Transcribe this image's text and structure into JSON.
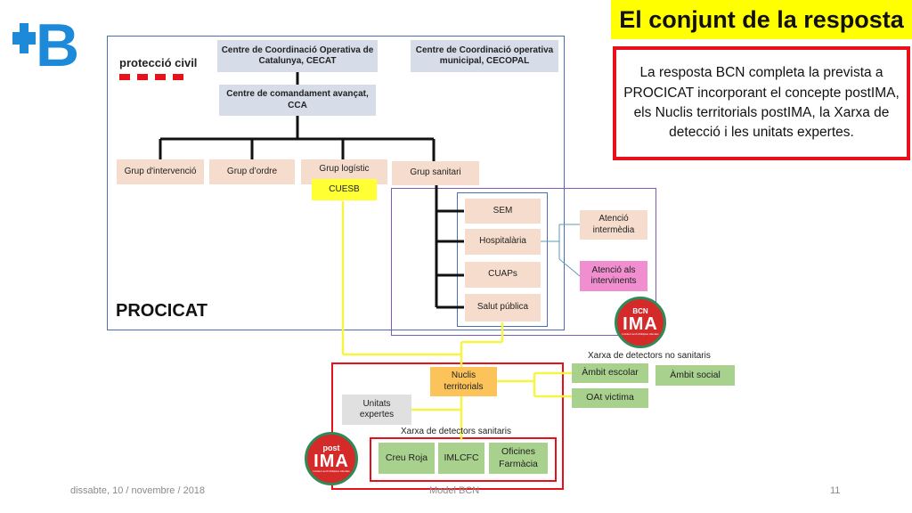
{
  "slide": {
    "title": "El conjunt de la resposta",
    "summary": "La resposta BCN completa la prevista a PROCICAT incorporant el concepte postIMA, els Nuclis territorials postIMA, la Xarxa de detecció i les unitats expertes.",
    "footer": {
      "date": "dissabte, 10 / novembre / 2018",
      "center": "Model BCN",
      "page": "11"
    }
  },
  "logos": {
    "bcn": "B",
    "proteccio_civil": "protecció civil",
    "procicat": "PROCICAT",
    "bcn_ima": {
      "top": "BCN",
      "main": "IMA",
      "sub": "Incident amb Múltiples Afectats"
    },
    "post_ima": {
      "top": "post",
      "main": "IMA",
      "sub": "Incident amb Múltiples Afectats"
    }
  },
  "nodes": {
    "cecat": "Centre de Coordinació Operativa de Catalunya, CECAT",
    "cecopal": "Centre de Coordinació operativa municipal, CECOPAL",
    "cca": "Centre de comandament avançat, CCA",
    "grup_intervencio": "Grup d'intervenció",
    "grup_ordre": "Grup d’ordre",
    "grup_logistic": "Grup logístic",
    "grup_sanitari": "Grup sanitari",
    "cuesb": "CUESB",
    "sem": "SEM",
    "hospitalaria": "Hospitalària",
    "cuaps": "CUAPs",
    "salut_publica": "Salut pública",
    "atencio_intermedia": "Atenció intermèdia",
    "atencio_intervinents": "Atenció als intervinents",
    "nuclis": "Nuclis territorials",
    "unitats_expertes": "Unitats expertes",
    "ambit_escolar": "Àmbit escolar",
    "ambit_social": "Àmbit social",
    "oat_victima": "OAt victima",
    "creu_roja": "Creu Roja",
    "imlcfc": "IMLCFC",
    "oficines_farmacia": "Oficines Farmàcia"
  },
  "labels": {
    "xarxa_no_sanitaris": "Xarxa de detectors no sanitaris",
    "xarxa_sanitaris": "Xarxa de detectors sanitaris"
  },
  "colors": {
    "bcn_blue": "#1c8ad8",
    "title_yellow": "#ffff00",
    "summary_red": "#e8101a",
    "procicat_blue": "#4a6fb0",
    "purple": "#7e5ab8",
    "connector_yellow": "#f5f542",
    "ima_red": "#d42a2a",
    "ima_green": "#2e8b57"
  }
}
